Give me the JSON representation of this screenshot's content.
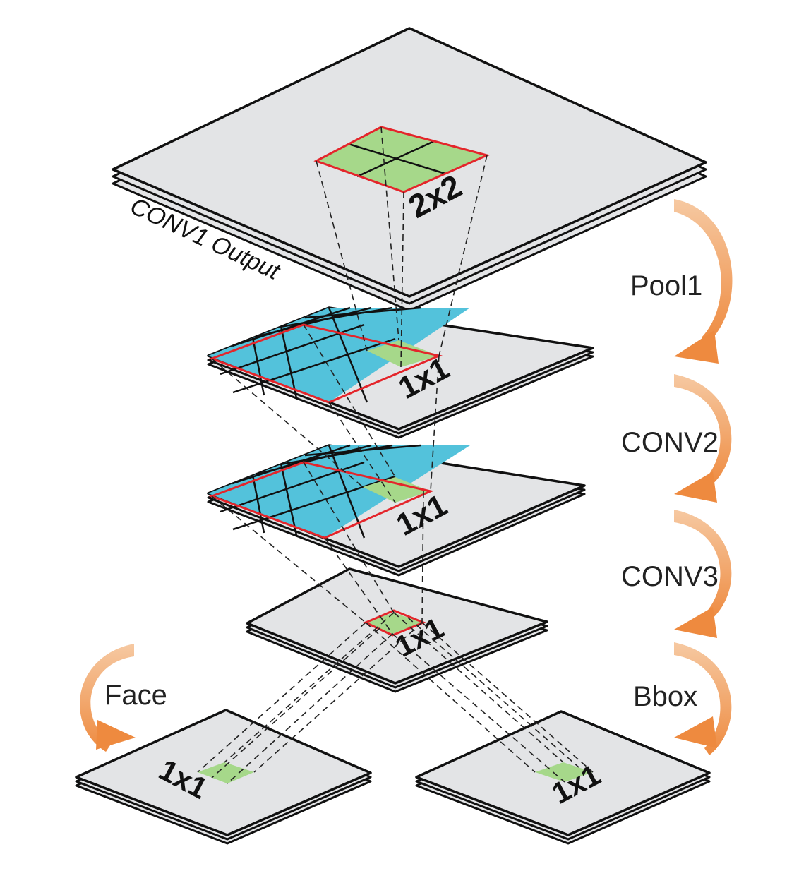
{
  "diagram": {
    "layers": [
      {
        "id": "conv1",
        "caption": "CONV1 Output",
        "window_label": "2x2"
      },
      {
        "id": "pool1",
        "window_label": "1x1"
      },
      {
        "id": "conv2",
        "window_label": "1x1"
      },
      {
        "id": "conv3",
        "window_label": "1x1"
      },
      {
        "id": "face",
        "window_label": "1x1"
      },
      {
        "id": "bbox",
        "window_label": "1x1"
      }
    ],
    "operations": {
      "pool1": "Pool1",
      "conv2": "CONV2",
      "conv3": "CONV3",
      "face": "Face",
      "bbox": "Bbox"
    },
    "colors": {
      "sheet": "#e3e4e6",
      "cell_blue": "#53c2db",
      "cell_green": "#a6d88a",
      "window_red": "#e4252b",
      "arrow_orange": "#ee8a3f"
    },
    "icons": [
      "curved-arrow-icon"
    ]
  }
}
